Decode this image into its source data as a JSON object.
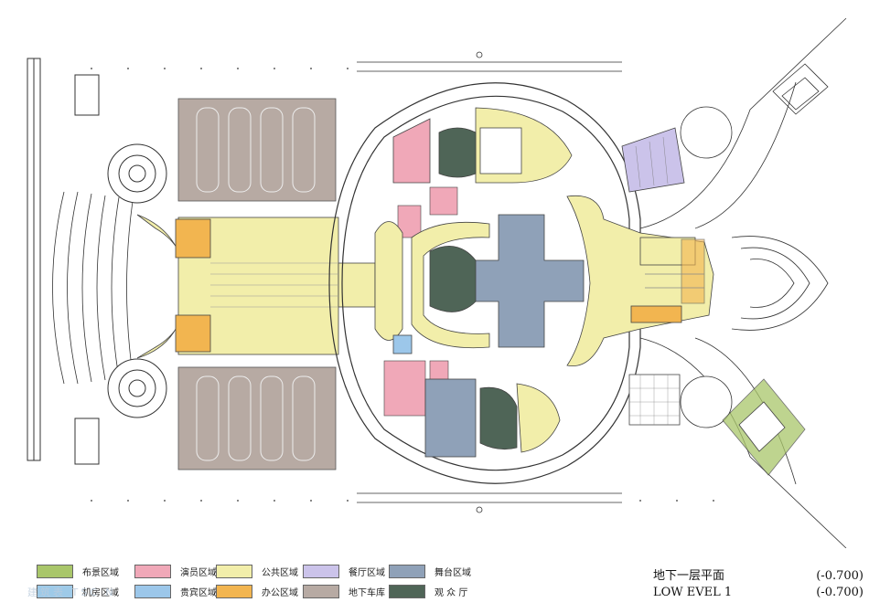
{
  "colors": {
    "scenery": "#a9c66a",
    "performers": "#f0a8b8",
    "public": "#f2eeaa",
    "restaurant": "#cbc3ea",
    "stage": "#8fa1b8",
    "unknown_zone": "#9ecae8",
    "vip": "#9cc7ea",
    "office": "#f2b550",
    "garage": "#b7aaa3",
    "audience": "#4f6557",
    "line": "#333333"
  },
  "legend": {
    "items": [
      {
        "label": "布景区域",
        "color": "#a9c66a"
      },
      {
        "label": "演员区域",
        "color": "#f0a8b8"
      },
      {
        "label": "公共区域",
        "color": "#f2eeaa"
      },
      {
        "label": "餐厅区域",
        "color": "#cbc3ea"
      },
      {
        "label": "舞台区域",
        "color": "#8fa1b8"
      },
      {
        "label": "机房区域",
        "color": "#9ecae8"
      },
      {
        "label": "贵宾区域",
        "color": "#9cc7ea"
      },
      {
        "label": "办公区域",
        "color": "#f2b550"
      },
      {
        "label": "地下车库",
        "color": "#b7aaa3"
      },
      {
        "label": "观 众 厅",
        "color": "#4f6557"
      }
    ]
  },
  "title": {
    "cn": "地下一层平面",
    "cn_level": "(-0.700)",
    "en": "LOW EVEL 1",
    "en_level": "(-0.700)"
  },
  "watermark": "建筑表 TSC N"
}
